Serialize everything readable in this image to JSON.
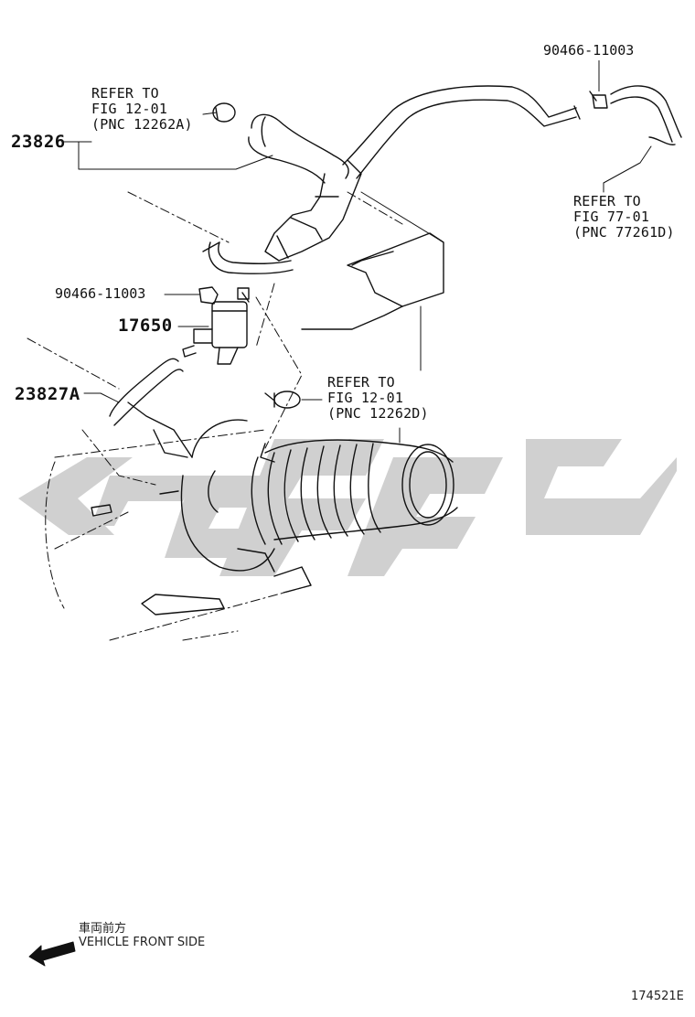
{
  "part_numbers": {
    "clip_top": "90466-11003",
    "hose_23826": "23826",
    "clip_left": "90466-11003",
    "vsv_17650": "17650",
    "hose_23827a": "23827A"
  },
  "references": {
    "top_left": [
      "REFER TO",
      "FIG 12-01",
      "(PNC 12262A)"
    ],
    "top_right": [
      "REFER TO",
      "FIG 77-01",
      "(PNC 77261D)"
    ],
    "middle": [
      "REFER TO",
      "FIG 12-01",
      "(PNC 12262D)"
    ]
  },
  "orientation": {
    "japanese": "車両前方",
    "english": "VEHICLE FRONT SIDE"
  },
  "diagram_id": "174521E",
  "colors": {
    "line": "#111111",
    "watermark": "#c8c8c8"
  }
}
